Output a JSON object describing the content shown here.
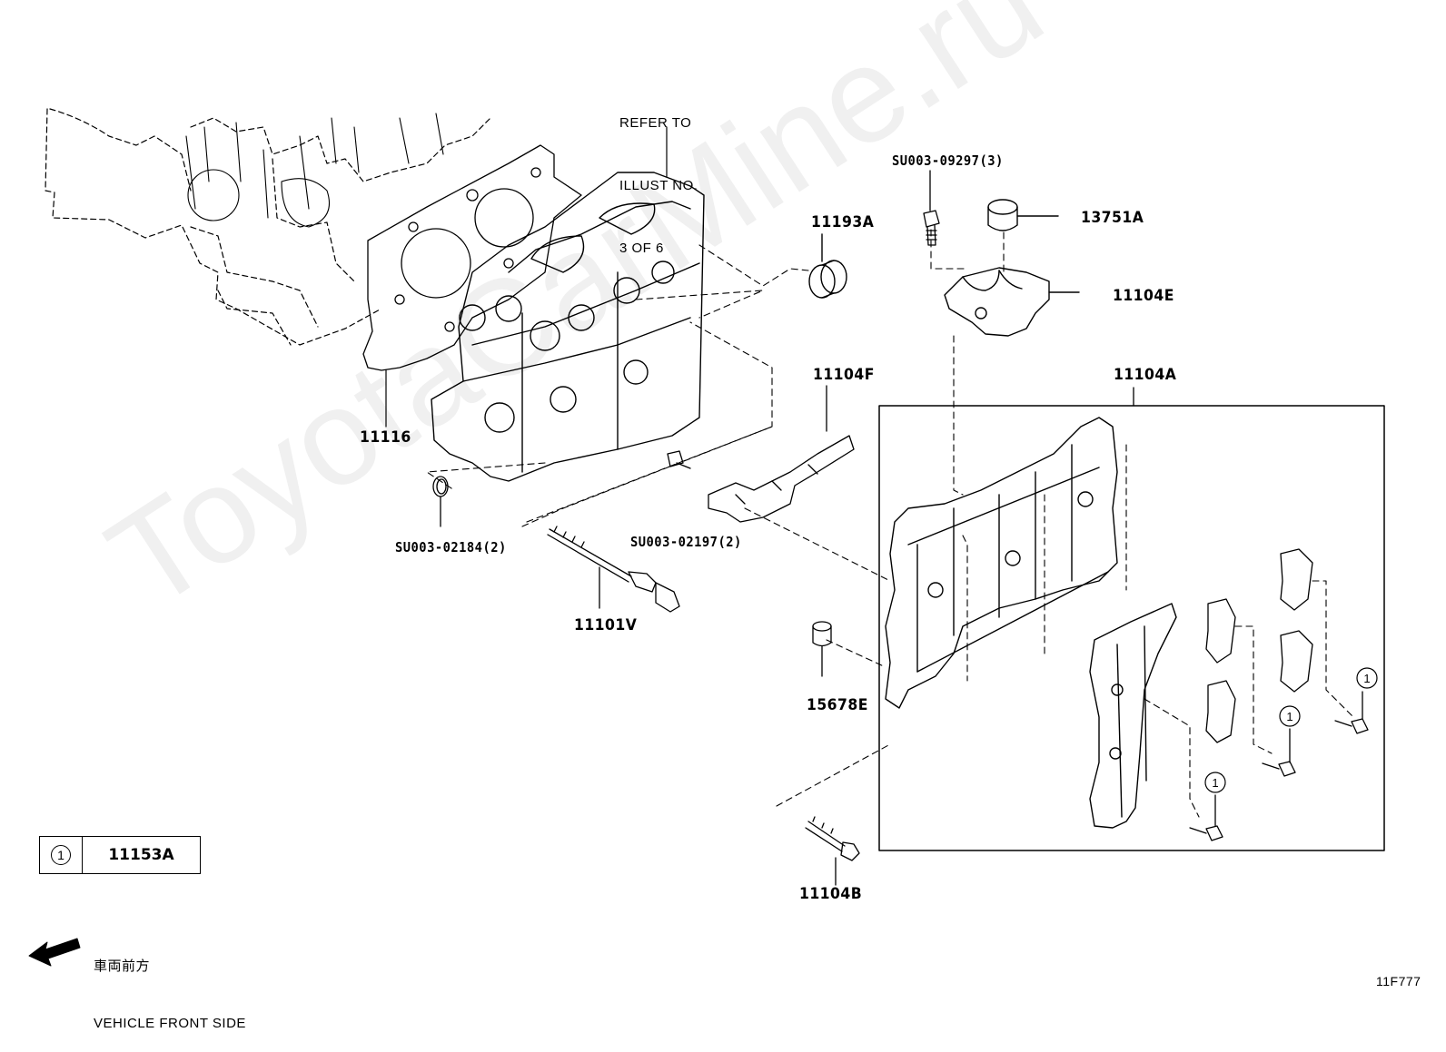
{
  "watermark": "ToyotaCarMine.ru",
  "refer_note": [
    "REFER TO",
    "ILLUST NO.",
    "3 OF 6"
  ],
  "part_labels": {
    "p11116": "11116",
    "p11193A": "11193A",
    "pSU00309297": "SU003-09297(3)",
    "p13751A": "13751A",
    "p11104E": "11104E",
    "p11104F": "11104F",
    "p11104A": "11104A",
    "pSU00302184": "SU003-02184(2)",
    "pSU00302197": "SU003-02197(2)",
    "p11101V": "11101V",
    "p15678E": "15678E",
    "p11104B": "11104B"
  },
  "callout_symbol": "1",
  "legend": {
    "symbol": "1",
    "part": "11153A"
  },
  "direction": {
    "japanese": "車両前方",
    "english": "VEHICLE FRONT SIDE"
  },
  "diagram_code": "11F777"
}
